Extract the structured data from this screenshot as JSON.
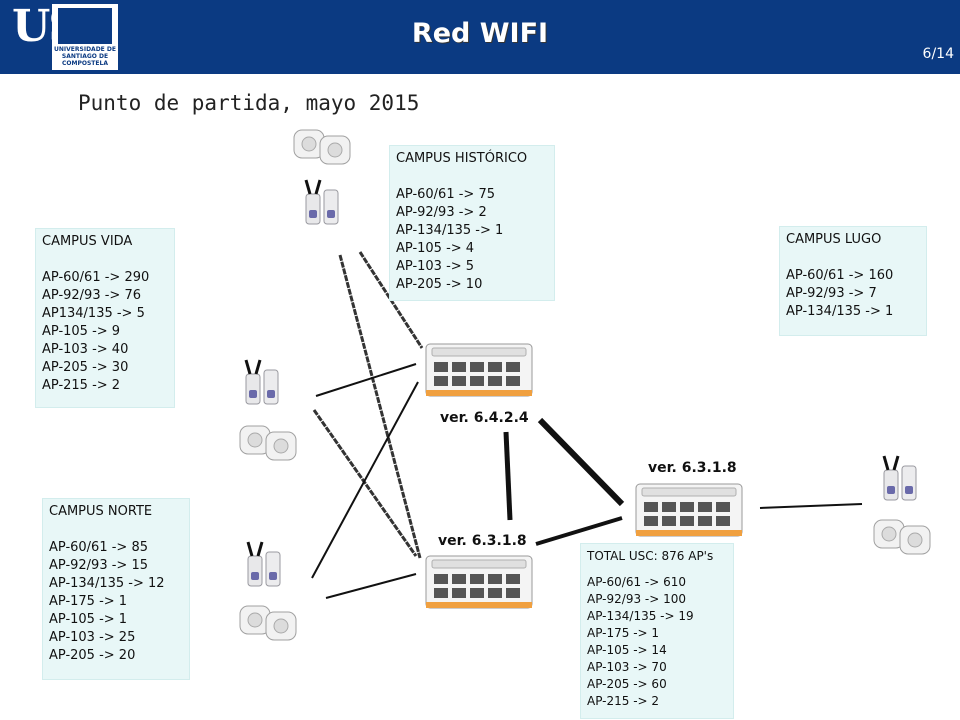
{
  "header": {
    "title": "Red WIFI",
    "page": "6/14",
    "logo_text": "USC",
    "logo_subtext": "UNIVERSIDADE DE SANTIAGO DE COMPOSTELA"
  },
  "subtitle": "Punto de partida, mayo 2015",
  "boxes": {
    "vida": {
      "title": "CAMPUS VIDA",
      "lines": [
        "AP-60/61 -> 290",
        "AP-92/93 -> 76",
        "AP134/135 -> 5",
        "AP-105 -> 9",
        "AP-103 -> 40",
        "AP-205 -> 30",
        "AP-215 -> 2"
      ]
    },
    "historico": {
      "title": "CAMPUS HISTÓRICO",
      "lines": [
        "AP-60/61 -> 75",
        "AP-92/93 -> 2",
        "AP-134/135 -> 1",
        "AP-105 -> 4",
        "AP-103 -> 5",
        "AP-205 -> 10"
      ]
    },
    "lugo": {
      "title": "CAMPUS LUGO",
      "lines": [
        "AP-60/61 -> 160",
        "AP-92/93 -> 7",
        "AP-134/135 -> 1"
      ]
    },
    "norte": {
      "title": "CAMPUS NORTE",
      "lines": [
        "AP-60/61 -> 85",
        "AP-92/93 -> 15",
        "AP-134/135 -> 12",
        "AP-175 -> 1",
        "AP-105 -> 1",
        "AP-103 -> 25",
        "AP-205 -> 20"
      ]
    },
    "total": {
      "title": "TOTAL USC: 876 AP's",
      "lines": [
        "AP-60/61 -> 610",
        "AP-92/93 -> 100",
        "AP-134/135 -> 19",
        "AP-175 -> 1",
        "AP-105 -> 14",
        "AP-103 -> 70",
        "AP-205 -> 60",
        "AP-215 -> 2"
      ]
    }
  },
  "controllers": {
    "top": "ver. 6.4.2.4",
    "bottom": "ver. 6.3.1.8",
    "right": "ver. 6.3.1.8"
  },
  "colors": {
    "header_bg": "#0b3a82",
    "box_bg": "#e8f7f7",
    "line": "#111111"
  }
}
